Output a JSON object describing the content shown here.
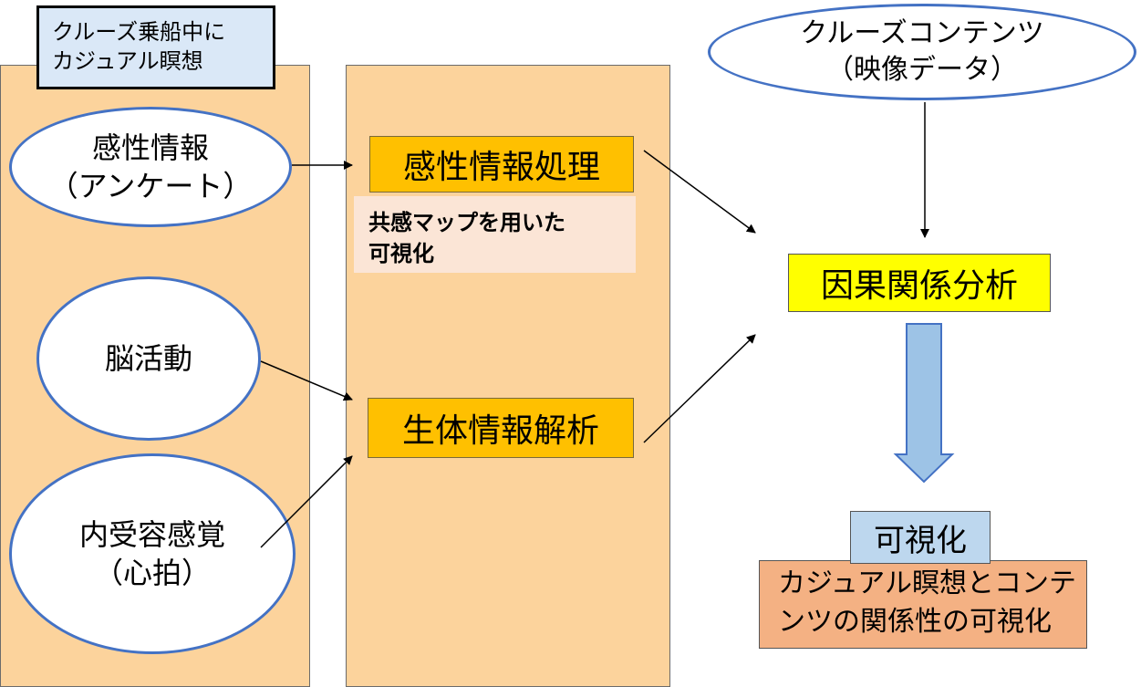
{
  "title_box": {
    "line1": "クルーズ乗船中に",
    "line2": "カジュアル瞑想"
  },
  "inputs": {
    "kansei": {
      "line1": "感性情報",
      "line2": "（アンケート）"
    },
    "brain": {
      "line1": "脳活動"
    },
    "interoception": {
      "line1": "内受容感覚",
      "line2": "（心拍）"
    }
  },
  "processing": {
    "kansei_processing": "感性情報処理",
    "kansei_note_line1": "共感マップを用いた",
    "kansei_note_line2": "可視化",
    "bio_analysis": "生体情報解析"
  },
  "content": {
    "line1": "クルーズコンテンツ",
    "line2": "（映像データ）"
  },
  "causal_analysis": "因果関係分析",
  "visualization": {
    "label": "可視化",
    "desc_line1": "カジュアル瞑想とコンテ",
    "desc_line2": "ンツの関係性の可視化"
  },
  "colors": {
    "panel": "#fcd39c",
    "ellipse_border": "#4472c4",
    "process_box": "#ffc000",
    "note": "#fbe5d6",
    "causal_box": "#ffff00",
    "viz_label": "#bdd7ee",
    "viz_desc": "#f4b183",
    "down_arrow": "#9dc3e6"
  }
}
